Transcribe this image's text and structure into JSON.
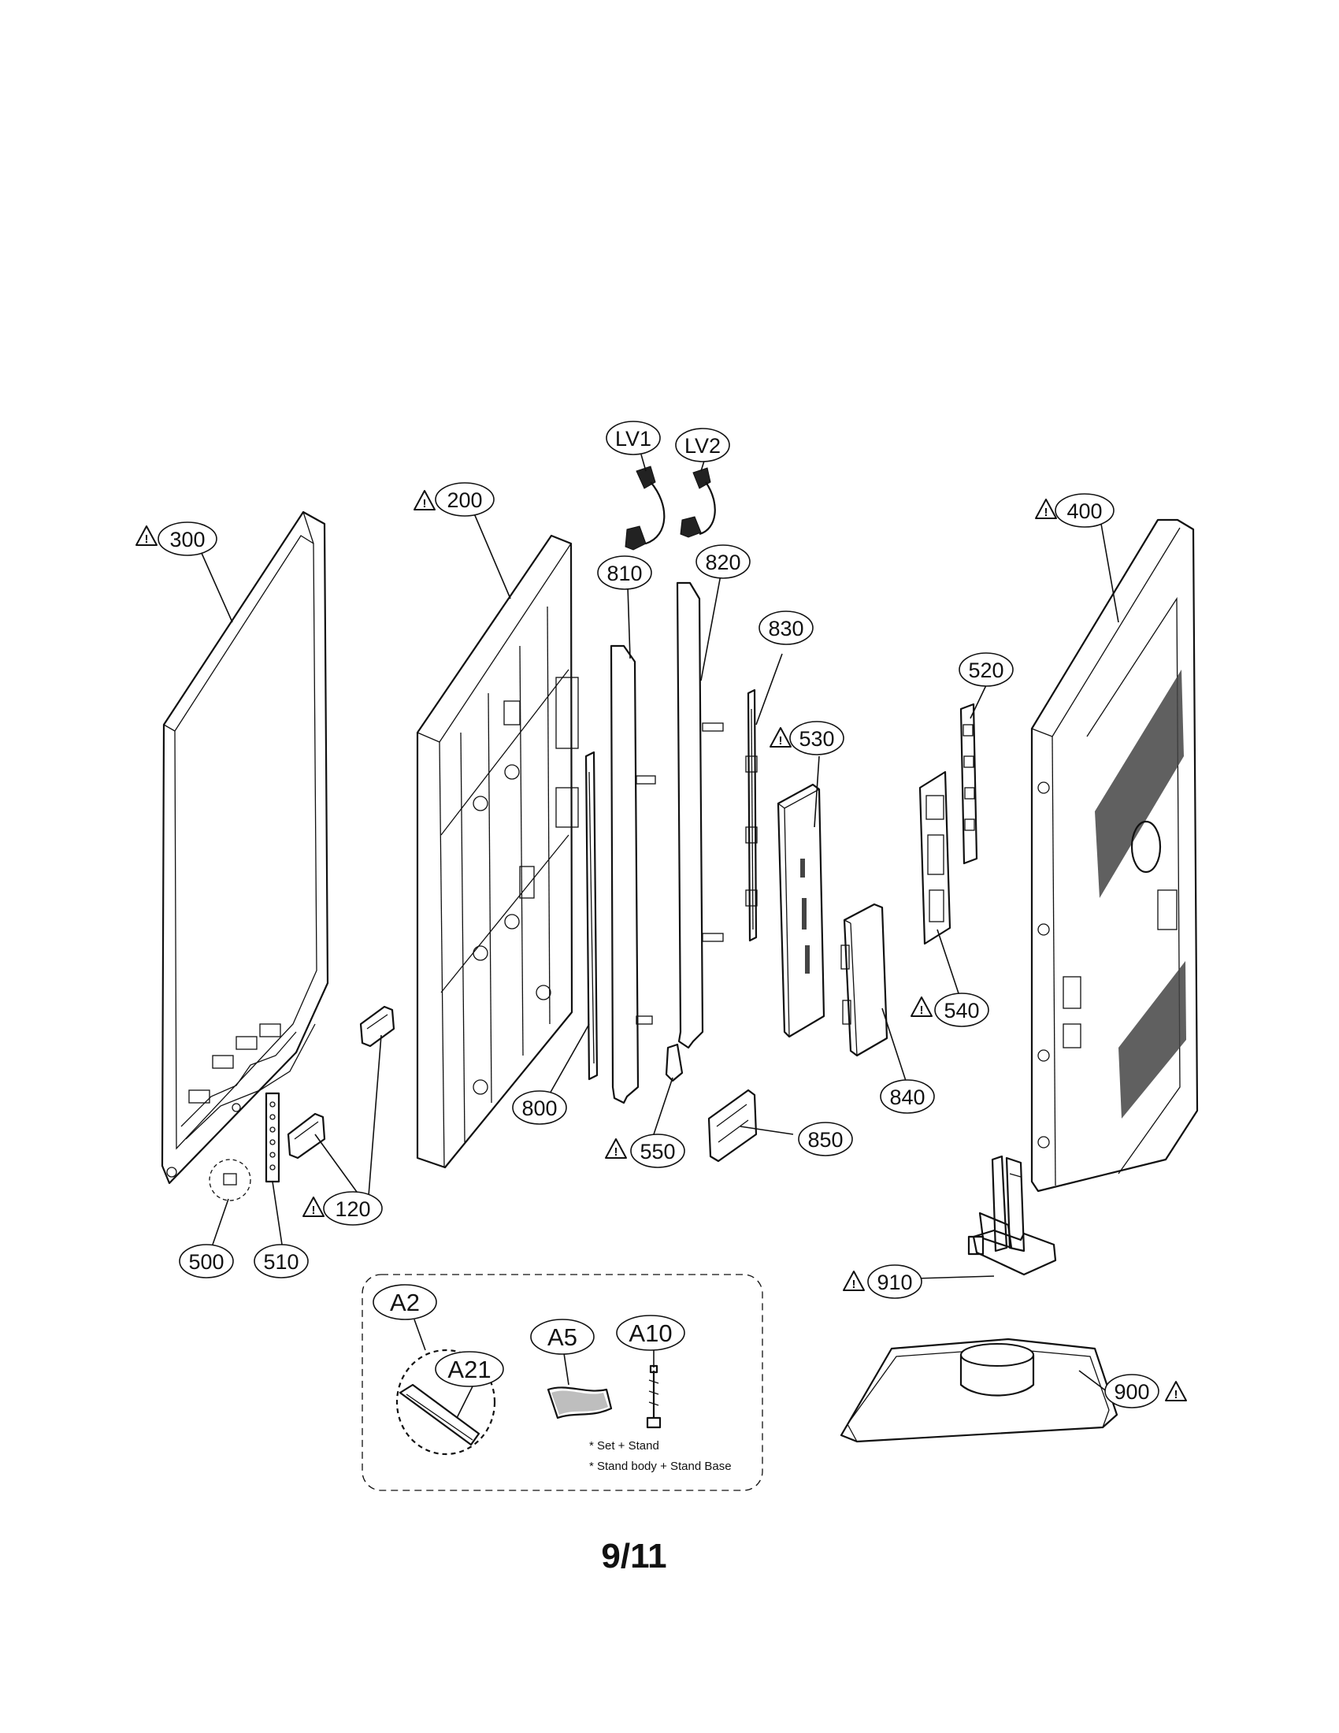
{
  "labels": {
    "lv1": "LV1",
    "lv2": "LV2",
    "p300": "300",
    "p200": "200",
    "p400": "400",
    "p810": "810",
    "p820": "820",
    "p830": "830",
    "p530": "530",
    "p520": "520",
    "p540": "540",
    "p840": "840",
    "p800": "800",
    "p550": "550",
    "p850": "850",
    "p120": "120",
    "p500": "500",
    "p510": "510",
    "p910": "910",
    "p900": "900",
    "a2": "A2",
    "a21": "A21",
    "a5": "A5",
    "a10": "A10"
  },
  "notes": {
    "line1": "* Set + Stand",
    "line2": "* Stand body + Stand Base"
  },
  "warning_symbol": "!",
  "page_number": "9/11"
}
